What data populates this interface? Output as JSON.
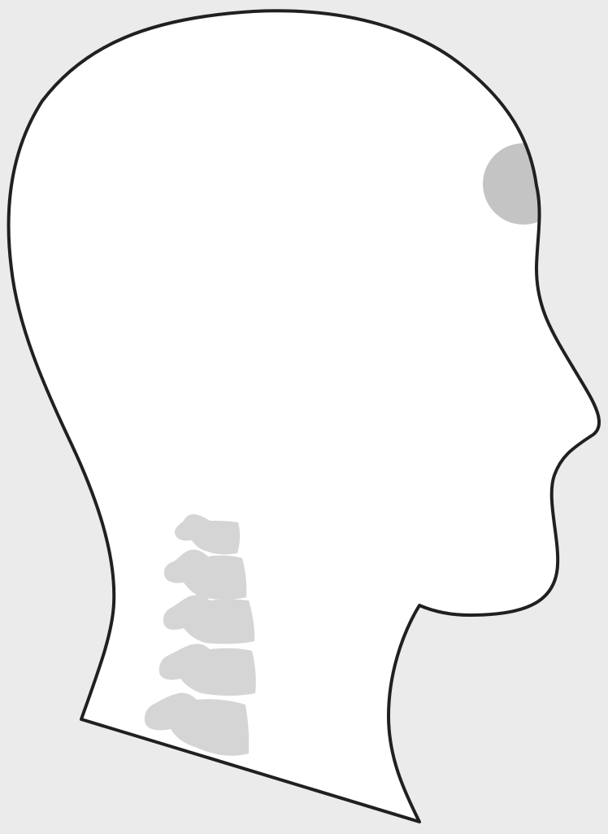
{
  "diagram": {
    "subject": "head-profile-side-view",
    "facing": "right",
    "colors": {
      "background": "#ebebeb",
      "head_fill": "#ffffff",
      "outline": "#231f20",
      "marker": "#c3c4c3",
      "vertebra": "#d5d5d5"
    },
    "marker": {
      "shape": "circle",
      "location": "forehead"
    },
    "vertebrae": {
      "region": "cervical-spine",
      "count": 5
    }
  }
}
